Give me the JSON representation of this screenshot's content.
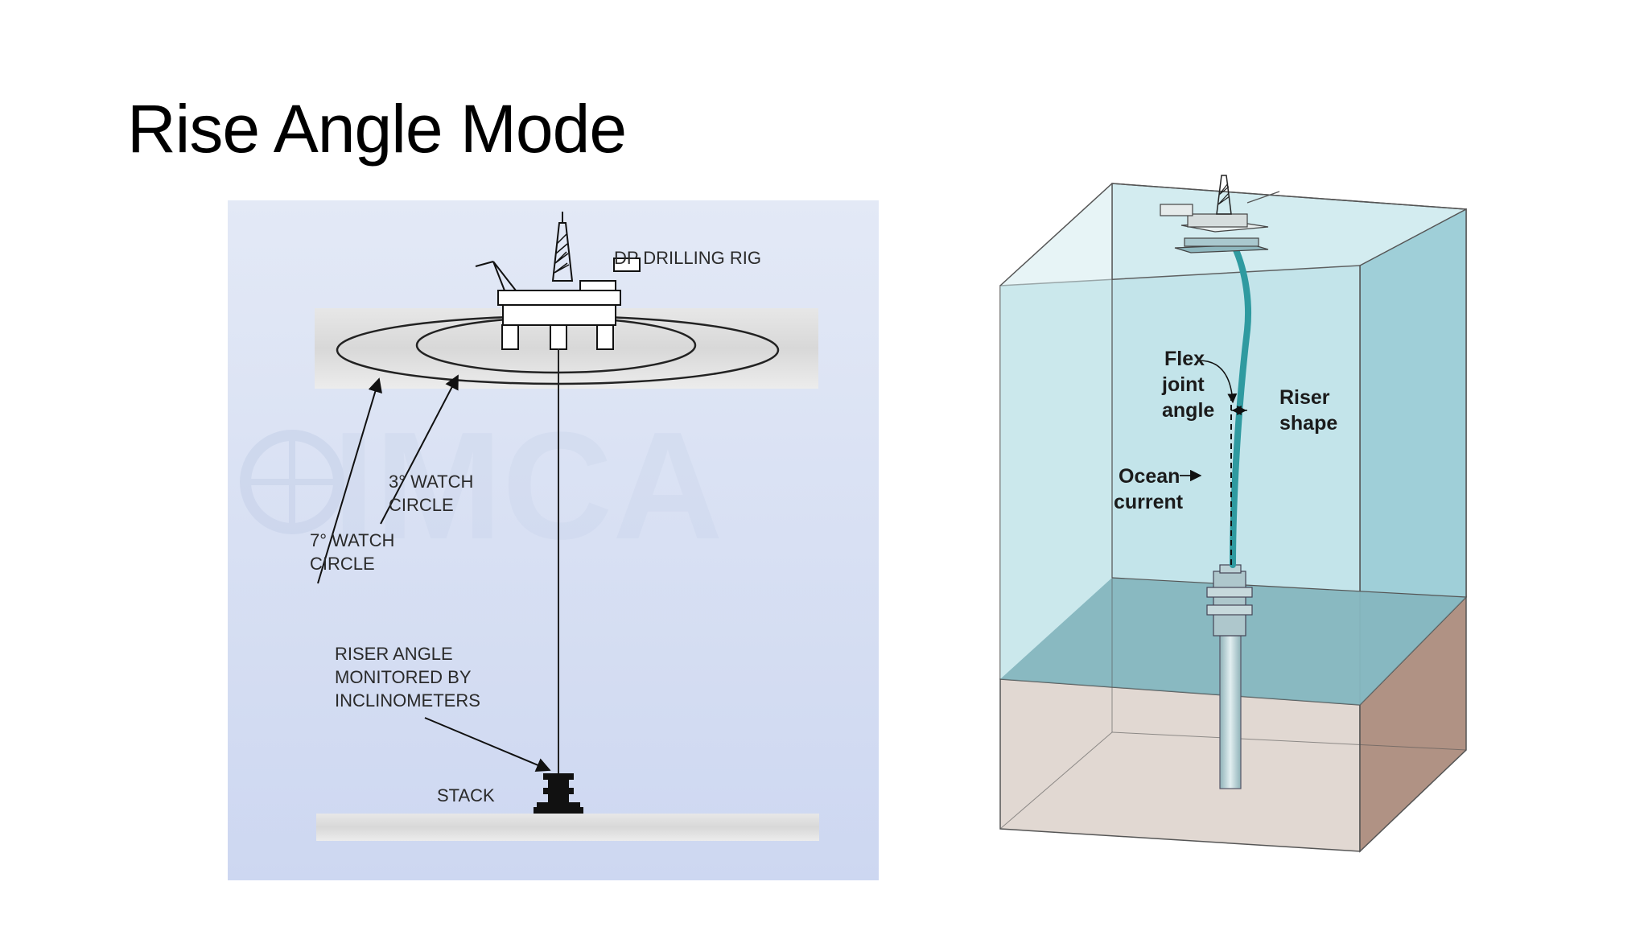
{
  "slide": {
    "title": "Rise Angle Mode"
  },
  "left_diagram": {
    "labels": {
      "rig": "DP DRILLING RIG",
      "watch3_line1": "3° WATCH",
      "watch3_line2": "CIRCLE",
      "watch7_line1": "7° WATCH",
      "watch7_line2": "CIRCLE",
      "riser_line1": "RISER ANGLE",
      "riser_line2": "MONITORED BY",
      "riser_line3": "INCLINOMETERS",
      "stack": "STACK"
    },
    "watermark": "IMCA"
  },
  "right_diagram": {
    "labels": {
      "flex_line1": "Flex",
      "flex_line2": "joint",
      "flex_line3": "angle",
      "riser_line1": "Riser",
      "riser_line2": "shape",
      "ocean_line1": "Ocean",
      "ocean_line2": "current"
    }
  },
  "colors": {
    "left_background": "#d9e1f4",
    "water": "#bfe0e6",
    "seabed": "#b3978a",
    "riser": "#2f9aa0"
  }
}
